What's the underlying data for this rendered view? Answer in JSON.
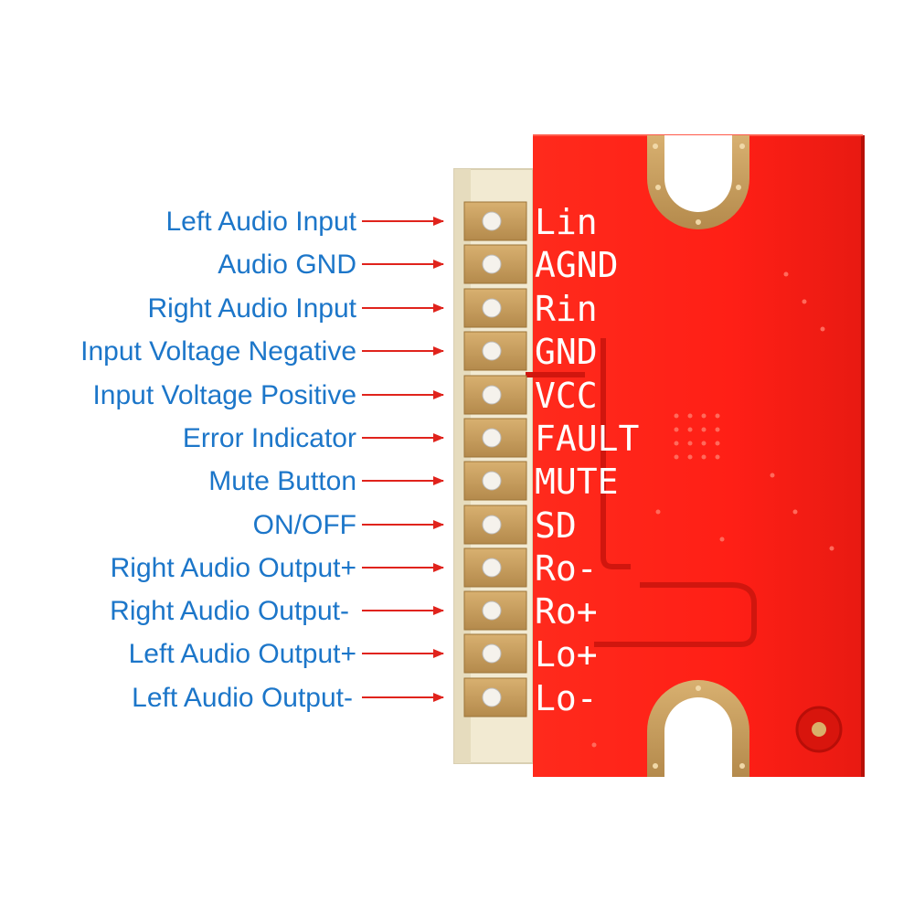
{
  "pins": [
    {
      "description": "Left Audio Input",
      "silkscreen": "Lin"
    },
    {
      "description": "Audio GND",
      "silkscreen": "AGND"
    },
    {
      "description": "Right Audio Input",
      "silkscreen": "Rin"
    },
    {
      "description": "Input Voltage Negative",
      "silkscreen": "GND"
    },
    {
      "description": "Input Voltage Positive",
      "silkscreen": "VCC"
    },
    {
      "description": "Error Indicator",
      "silkscreen": "FAULT"
    },
    {
      "description": "Mute Button",
      "silkscreen": "MUTE"
    },
    {
      "description": "ON/OFF",
      "silkscreen": "SD"
    },
    {
      "description": "Right Audio Output+",
      "silkscreen": "Ro-"
    },
    {
      "description": "Right Audio Output-",
      "silkscreen": "Ro+"
    },
    {
      "description": "Left Audio Output+",
      "silkscreen": "Lo+"
    },
    {
      "description": "Left Audio Output-",
      "silkscreen": "Lo-"
    }
  ],
  "colors": {
    "label_text": "#1c76c9",
    "arrow": "#e0231c",
    "pcb": "#ff1f16",
    "pcb_dark": "#c8140e",
    "header_plastic": "#f2ead2",
    "gold_pad": "#c8a060",
    "silkscreen": "#ffffff"
  }
}
